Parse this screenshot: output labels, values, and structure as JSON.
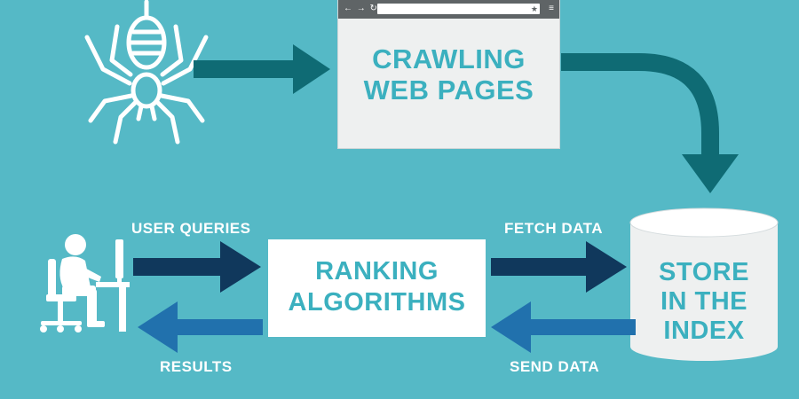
{
  "browser": {
    "nav_icons": "← → ↻",
    "bookmark_icon": "★",
    "menu_icon": "≡",
    "title_line1": "CRAWLING",
    "title_line2": "WEB PAGES"
  },
  "ranking": {
    "line1": "RANKING",
    "line2": "ALGORITHMS"
  },
  "index": {
    "line1": "STORE",
    "line2": "IN THE",
    "line3": "INDEX"
  },
  "labels": {
    "user_queries": "USER QUERIES",
    "results": "RESULTS",
    "fetch_data": "FETCH DATA",
    "send_data": "SEND DATA"
  },
  "colors": {
    "background": "#55b9c6",
    "dark_teal_arrow": "#0f6b74",
    "navy_arrow": "#10385c",
    "blue_arrow": "#2171ad",
    "text_teal": "#3bb0bf",
    "white": "#ffffff"
  }
}
